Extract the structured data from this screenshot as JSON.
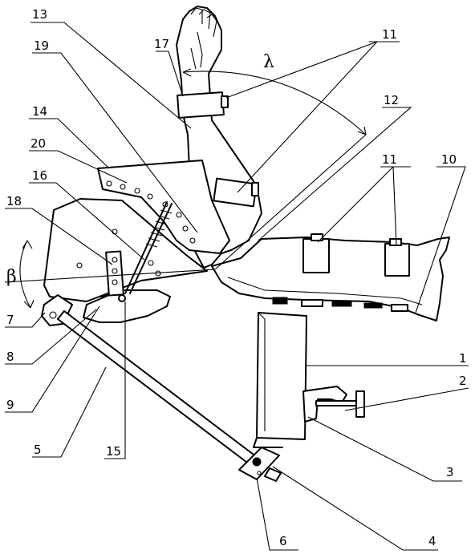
{
  "labels": {
    "n13": "13",
    "n19": "19",
    "n17": "17",
    "lambda": "λ",
    "n11_top": "11",
    "n12": "12",
    "n14": "14",
    "n20": "20",
    "n11_right": "11",
    "n10": "10",
    "n16": "16",
    "n18": "18",
    "beta": "β",
    "n7": "7",
    "n8": "8",
    "n9": "9",
    "n1": "1",
    "n2": "2",
    "n3": "3",
    "n5": "5",
    "n15": "15",
    "n4": "4",
    "n6": "6"
  }
}
